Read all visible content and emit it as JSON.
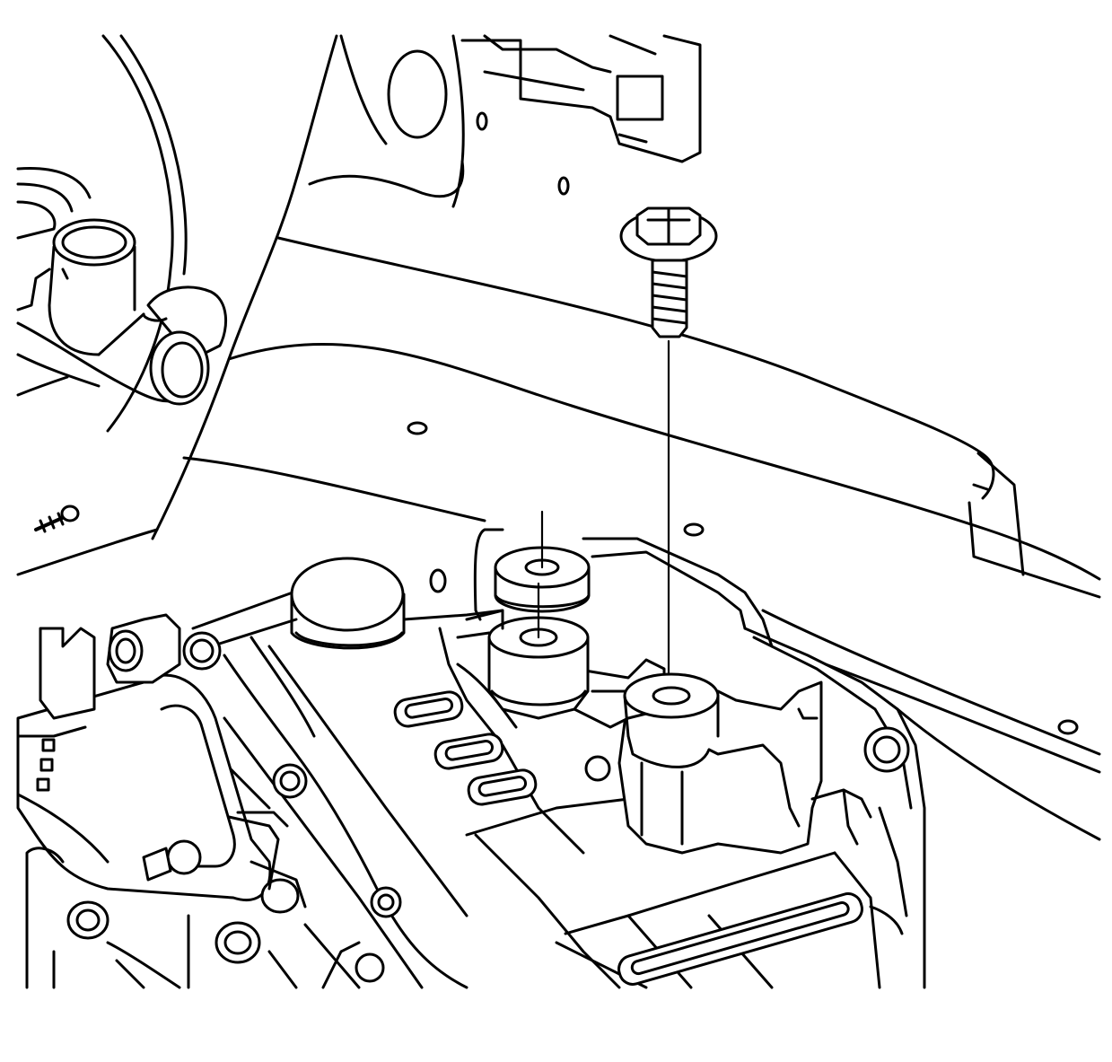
{
  "illustration": {
    "style": "black line art on white",
    "background": "#ffffff",
    "stroke": "#000000",
    "parts": [
      "bolt-icon",
      "washer-icon",
      "bushing-icon",
      "mount-bracket-icon",
      "transmission-case",
      "body-panel",
      "brake-master-cylinder"
    ]
  }
}
